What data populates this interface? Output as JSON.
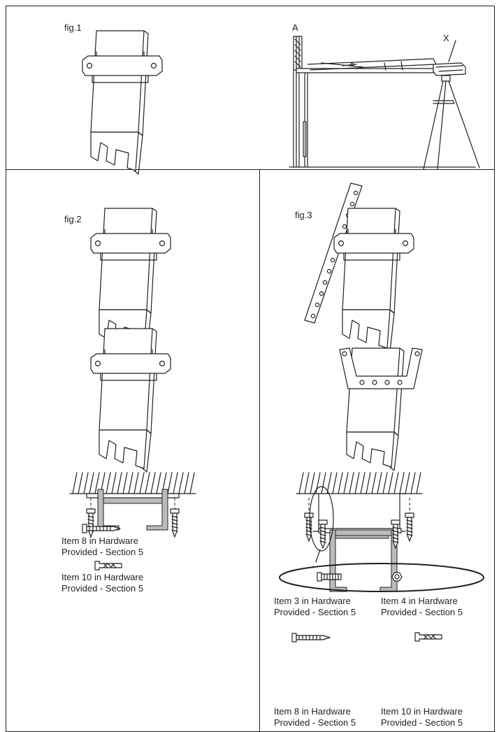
{
  "figures": {
    "fig1": "fig.1",
    "fig2": "fig.2",
    "fig3": "fig.3"
  },
  "letters": {
    "a": "A",
    "x": "X"
  },
  "captions": {
    "fig2_item8": [
      "Item 8 in Hardware",
      "Provided - Section 5"
    ],
    "fig2_item10": [
      "Item 10 in Hardware",
      "Provided - Section 5"
    ],
    "fig3_item3": [
      "Item 3 in Hardware",
      "Provided - Section 5"
    ],
    "fig3_item4": [
      "Item 4 in Hardware",
      "Provided - Section 5"
    ],
    "fig3_item8": [
      "Item 8 in Hardware",
      "Provided - Section 5"
    ],
    "fig3_item10": [
      "Item 10 in Hardware",
      "Provided - Section 5"
    ]
  }
}
